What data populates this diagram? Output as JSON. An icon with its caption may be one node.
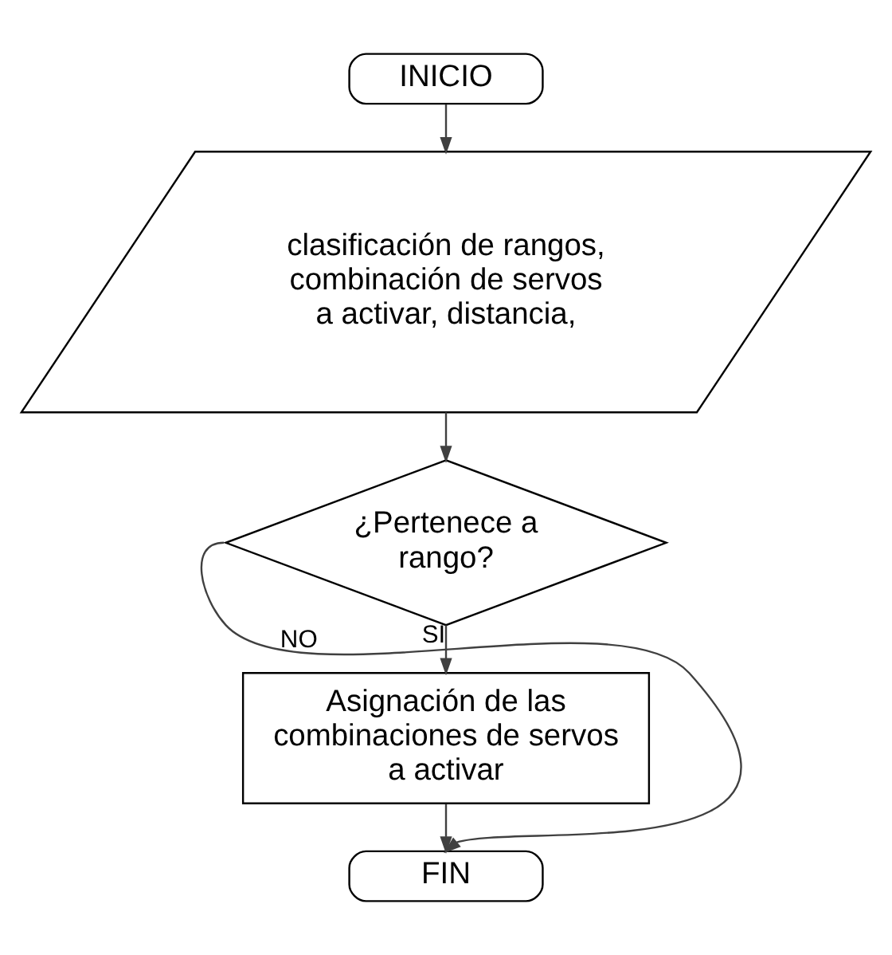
{
  "diagram": {
    "nodes": [
      {
        "text": [
          "INICIO"
        ]
      },
      {
        "text": [
          "clasificación de rangos, combinación de servos a activar, distancia,"
        ]
      },
      {
        "text": [
          "¿Pertenece a rango?"
        ]
      },
      {
        "text": [
          "Asignación de las combinaciones de servos a activar"
        ]
      },
      {
        "text": [
          "FIN"
        ]
      }
    ],
    "edges": [
      {
        "from": 0,
        "to": 1,
        "arrow": "to"
      },
      {
        "from": 1,
        "to": 2,
        "arrow": "to"
      },
      {
        "from": 2,
        "to": 3,
        "arrow": "to",
        "label": "SI"
      },
      {
        "from": 3,
        "to": 4,
        "arrow": "to"
      },
      {
        "from": 2,
        "to": 4,
        "arrow": "to",
        "label": "NO"
      }
    ]
  }
}
